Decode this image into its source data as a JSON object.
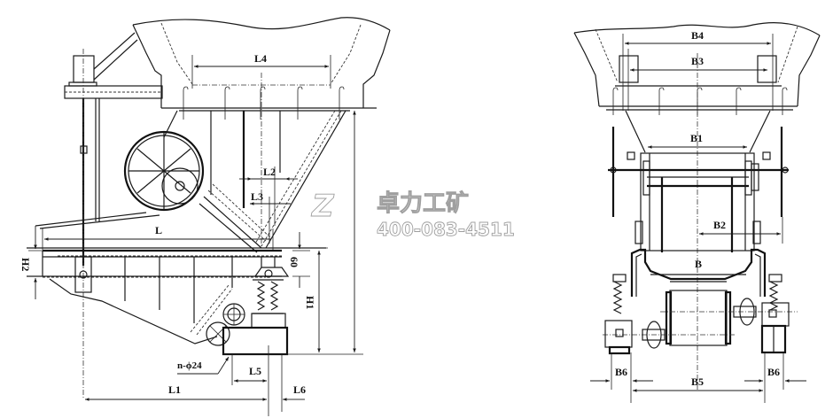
{
  "drawing": {
    "type": "vibrating-feeder-assembly",
    "views": [
      {
        "name": "side-view"
      },
      {
        "name": "end-view"
      }
    ]
  },
  "side_view": {
    "labels": {
      "L": "L",
      "L1": "L1",
      "L2": "L2",
      "L3": "L3",
      "L4": "L4",
      "L5": "L5",
      "L6": "L6",
      "H1": "H1",
      "H2": "H2",
      "sixty": "60",
      "holes": "n-ϕ24"
    }
  },
  "end_view": {
    "labels": {
      "B": "B",
      "B1": "B1",
      "B2": "B2",
      "B3": "B3",
      "B4": "B4",
      "B5": "B5",
      "B6_left": "B6",
      "B6_right": "B6"
    }
  },
  "watermark": {
    "logo": "Z",
    "brand": "卓力工矿",
    "phone": "400-083-4511"
  }
}
